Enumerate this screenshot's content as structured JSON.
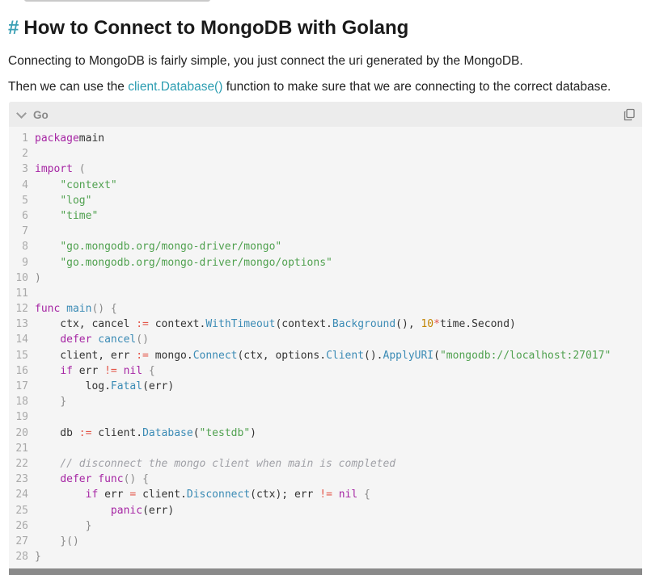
{
  "article": {
    "heading_hash": "#",
    "heading": "How to Connect to MongoDB with Golang",
    "paragraph1": "Connecting to MongoDB is fairly simple, you just connect the uri generated by the MongoDB.",
    "paragraph2_before": "Then we can use the ",
    "paragraph2_link": "client.Database()",
    "paragraph2_after": " function to make sure that we are connecting to the correct database."
  },
  "code_block": {
    "language": "Go",
    "icons": {
      "collapse": "chevron-down-icon",
      "copy": "copy-icon"
    },
    "lines": [
      [
        [
          "kw",
          "package"
        ],
        [
          "",
          "main"
        ]
      ],
      [],
      [
        [
          "kw",
          "import"
        ],
        [
          "",
          " "
        ],
        [
          "pn",
          "("
        ]
      ],
      [
        [
          "",
          "    "
        ],
        [
          "str",
          "\"context\""
        ]
      ],
      [
        [
          "",
          "    "
        ],
        [
          "str",
          "\"log\""
        ]
      ],
      [
        [
          "",
          "    "
        ],
        [
          "str",
          "\"time\""
        ]
      ],
      [],
      [
        [
          "",
          "    "
        ],
        [
          "str",
          "\"go.mongodb.org/mongo-driver/mongo\""
        ]
      ],
      [
        [
          "",
          "    "
        ],
        [
          "str",
          "\"go.mongodb.org/mongo-driver/mongo/options\""
        ]
      ],
      [
        [
          "pn",
          ")"
        ]
      ],
      [],
      [
        [
          "kw",
          "func"
        ],
        [
          "",
          " "
        ],
        [
          "fn",
          "main"
        ],
        [
          "pn",
          "() {"
        ]
      ],
      [
        [
          "",
          "    ctx, cancel "
        ],
        [
          "op",
          ":="
        ],
        [
          "",
          " context."
        ],
        [
          "fn",
          "WithTimeout"
        ],
        [
          "",
          "(context."
        ],
        [
          "fn",
          "Background"
        ],
        [
          "",
          "(), "
        ],
        [
          "num",
          "10"
        ],
        [
          "op",
          "*"
        ],
        [
          "",
          "time.Second)"
        ]
      ],
      [
        [
          "",
          "    "
        ],
        [
          "kw",
          "defer"
        ],
        [
          "",
          " "
        ],
        [
          "fn",
          "cancel"
        ],
        [
          "pn",
          "()"
        ]
      ],
      [
        [
          "",
          "    client, err "
        ],
        [
          "op",
          ":="
        ],
        [
          "",
          " mongo."
        ],
        [
          "fn",
          "Connect"
        ],
        [
          "",
          "(ctx, options."
        ],
        [
          "fn",
          "Client"
        ],
        [
          "",
          "()."
        ],
        [
          "fn",
          "ApplyURI"
        ],
        [
          "",
          "("
        ],
        [
          "str",
          "\"mongodb://localhost:27017\""
        ]
      ],
      [
        [
          "",
          "    "
        ],
        [
          "kw",
          "if"
        ],
        [
          "",
          " err "
        ],
        [
          "op",
          "!="
        ],
        [
          "",
          " "
        ],
        [
          "kw",
          "nil"
        ],
        [
          "",
          " "
        ],
        [
          "pn",
          "{"
        ]
      ],
      [
        [
          "",
          "        log."
        ],
        [
          "fn",
          "Fatal"
        ],
        [
          "",
          "(err)"
        ]
      ],
      [
        [
          "",
          "    "
        ],
        [
          "pn",
          "}"
        ]
      ],
      [],
      [
        [
          "",
          "    db "
        ],
        [
          "op",
          ":="
        ],
        [
          "",
          " client."
        ],
        [
          "fn",
          "Database"
        ],
        [
          "",
          "("
        ],
        [
          "str",
          "\"testdb\""
        ],
        [
          "",
          ")"
        ]
      ],
      [],
      [
        [
          "",
          "    "
        ],
        [
          "com",
          "// disconnect the mongo client when main is completed"
        ]
      ],
      [
        [
          "",
          "    "
        ],
        [
          "kw",
          "defer"
        ],
        [
          "",
          " "
        ],
        [
          "kw",
          "func"
        ],
        [
          "pn",
          "() {"
        ]
      ],
      [
        [
          "",
          "        "
        ],
        [
          "kw",
          "if"
        ],
        [
          "",
          " err "
        ],
        [
          "op",
          "="
        ],
        [
          "",
          " client."
        ],
        [
          "fn",
          "Disconnect"
        ],
        [
          "",
          "(ctx); err "
        ],
        [
          "op",
          "!="
        ],
        [
          "",
          " "
        ],
        [
          "kw",
          "nil"
        ],
        [
          "",
          " "
        ],
        [
          "pn",
          "{"
        ]
      ],
      [
        [
          "",
          "            "
        ],
        [
          "kw",
          "panic"
        ],
        [
          "",
          "(err)"
        ]
      ],
      [
        [
          "",
          "        "
        ],
        [
          "pn",
          "}"
        ]
      ],
      [
        [
          "",
          "    "
        ],
        [
          "pn",
          "}()"
        ]
      ],
      [
        [
          "pn",
          "}"
        ]
      ]
    ]
  }
}
